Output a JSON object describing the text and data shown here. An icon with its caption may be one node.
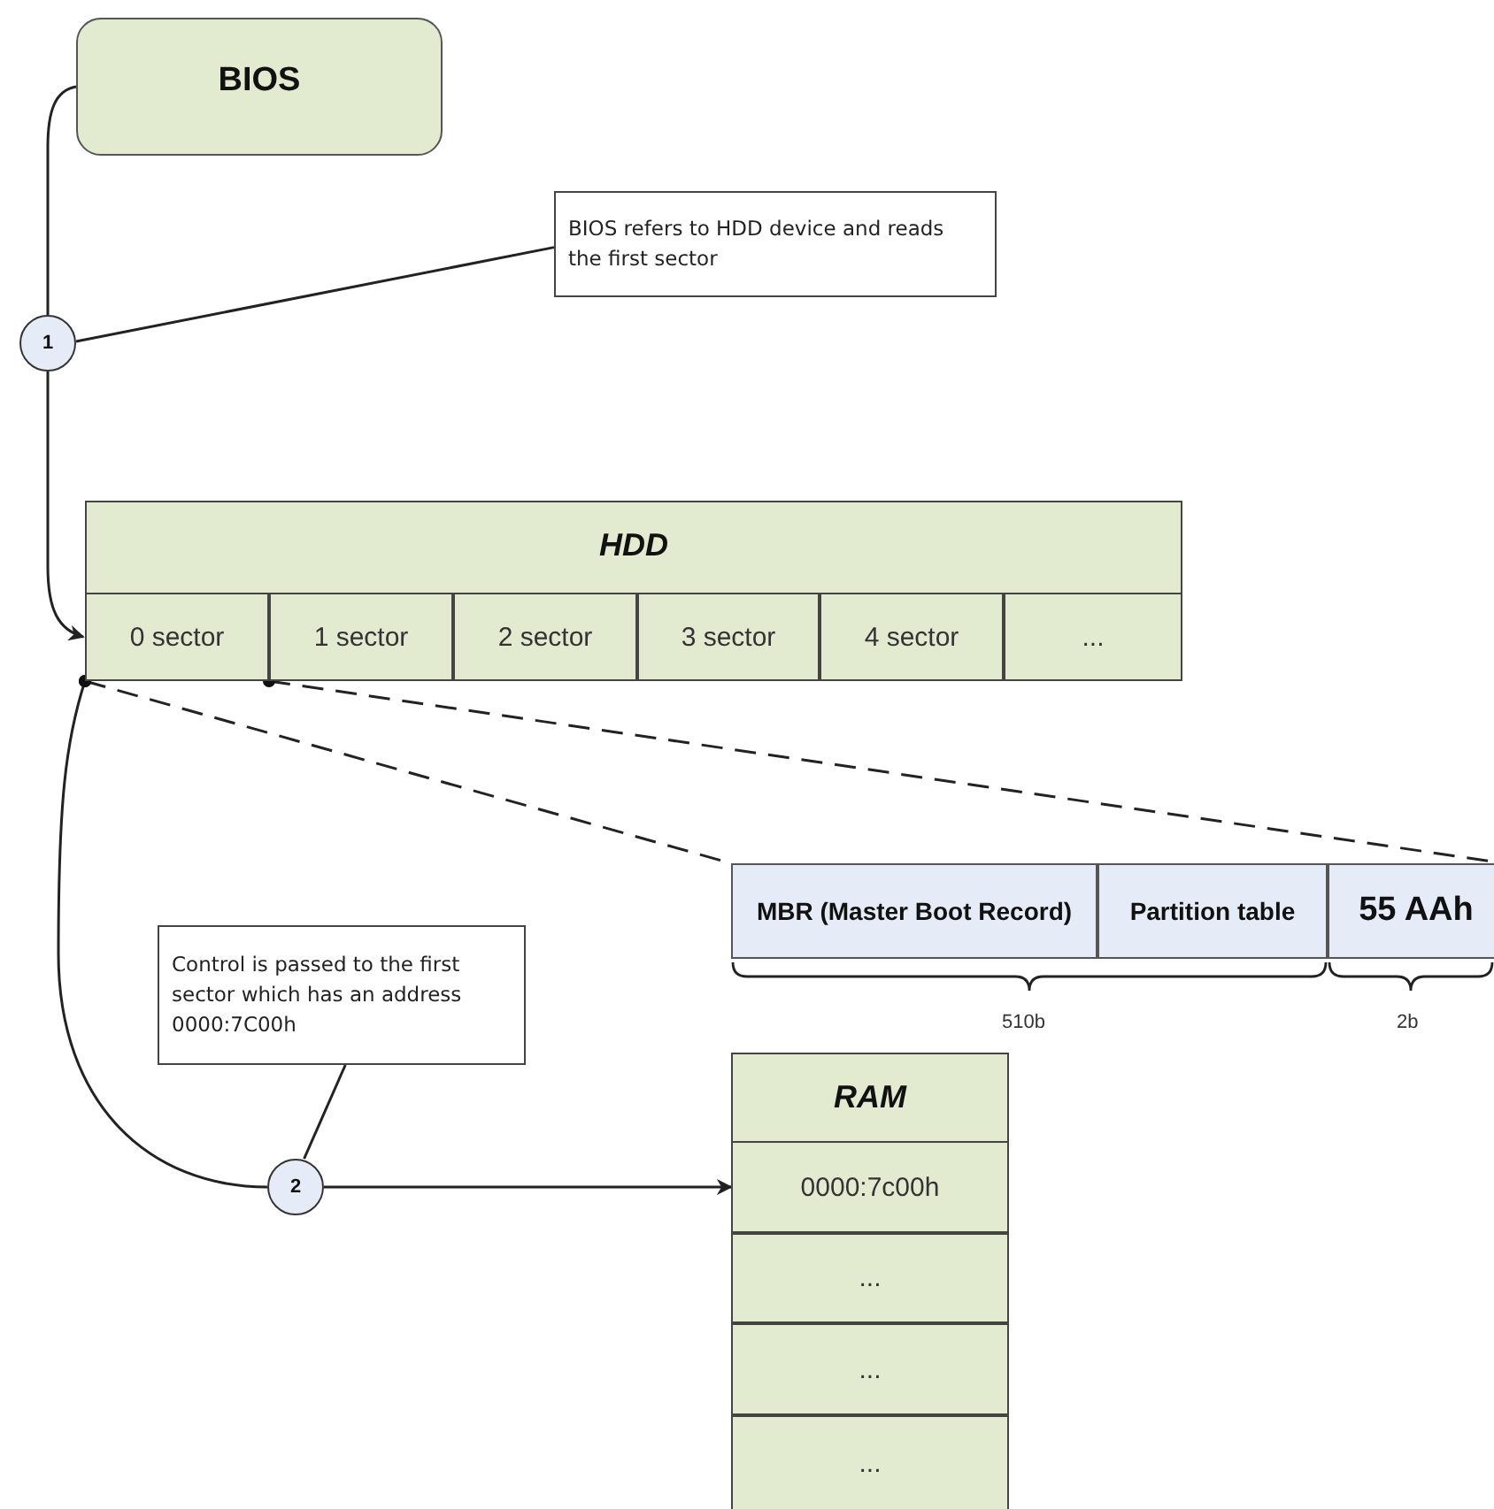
{
  "diagram": {
    "nodes": [
      {
        "text": [
          "BIOS"
        ]
      },
      {
        "text": [
          "1"
        ]
      },
      {
        "text": [
          "BIOS refers to HDD device and reads the first sector"
        ]
      },
      {
        "text": [
          "HDD"
        ]
      },
      {
        "text": [
          "0 sector"
        ],
        "in": 3
      },
      {
        "text": [
          "1 sector"
        ],
        "in": 3
      },
      {
        "text": [
          "2 sector"
        ],
        "in": 3
      },
      {
        "text": [
          "3 sector"
        ],
        "in": 3
      },
      {
        "text": [
          "4 sector"
        ],
        "in": 3
      },
      {
        "text": [
          "..."
        ],
        "in": 3
      },
      {
        "text": [
          "MBR (Master Boot Record)"
        ]
      },
      {
        "text": [
          "Partition table"
        ]
      },
      {
        "text": [
          "55 AAh"
        ]
      },
      {
        "text": [
          "Control is passed to the first sector which has an address 0000:7C00h"
        ]
      },
      {
        "text": [
          "2"
        ]
      },
      {
        "text": [
          "RAM"
        ]
      },
      {
        "text": [
          "0000:7c00h"
        ],
        "in": 15
      },
      {
        "text": [
          "..."
        ],
        "in": 15
      },
      {
        "text": [
          "..."
        ],
        "in": 15
      },
      {
        "text": [
          "..."
        ],
        "in": 15
      }
    ],
    "edges": [
      {
        "from": 0,
        "to": 1,
        "arrow": "none"
      },
      {
        "from": 1,
        "to": 4,
        "arrow": "to"
      },
      {
        "from": 2,
        "to": 1,
        "arrow": "none"
      },
      {
        "from": 4,
        "to": 10,
        "arrow": "other",
        "style": "dashed"
      },
      {
        "from": 5,
        "to": 12,
        "arrow": "other",
        "style": "dashed"
      },
      {
        "from": 4,
        "to": 14,
        "arrow": "other"
      },
      {
        "from": 14,
        "to": 16,
        "arrow": "to"
      },
      {
        "from": 13,
        "to": 14,
        "arrow": "none"
      }
    ],
    "labels": [
      "510b",
      "2b"
    ]
  }
}
